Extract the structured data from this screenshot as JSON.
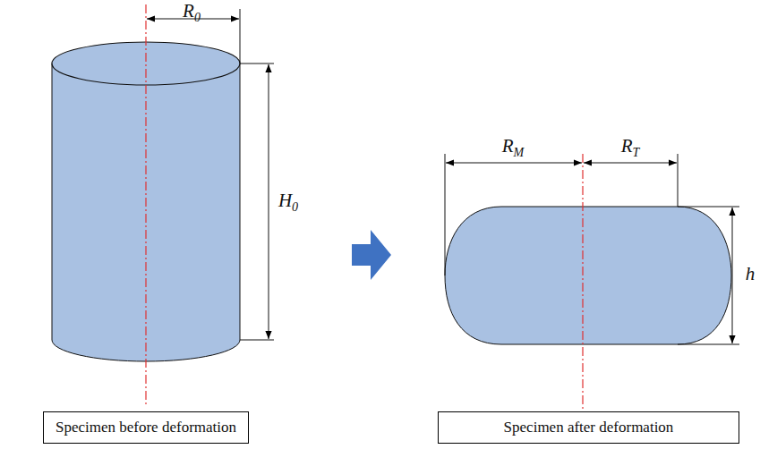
{
  "diagram": {
    "nodes": [
      {
        "text": [
          "Specimen before deformation"
        ]
      },
      {
        "text": [
          "Specimen after deformation"
        ]
      }
    ],
    "labels": [
      "R0",
      "H0",
      "RM",
      "RT",
      "h"
    ]
  }
}
